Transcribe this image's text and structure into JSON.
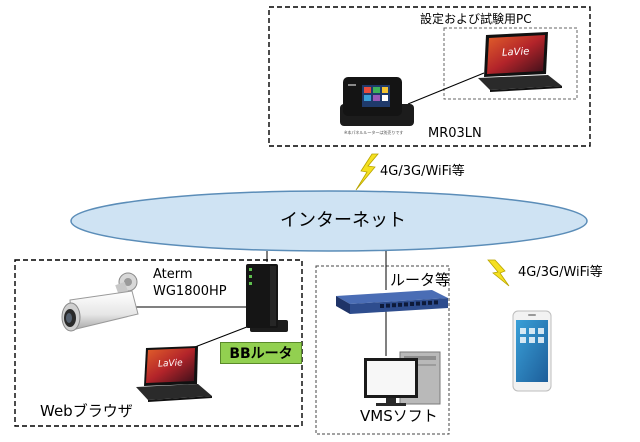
{
  "diagram": {
    "pc_group_label": "設定および試験用PC",
    "mobile_router_label": "MR03LN",
    "mobile_router_caption": "※本パネルルーターは別売りです",
    "wireless_upper": "4G/3G/WiFi等",
    "wireless_right": "4G/3G/WiFi等",
    "internet_label": "インターネット",
    "aterm_label_line1": "Aterm",
    "aterm_label_line2": "WG1800HP",
    "bb_router_label": "BBルータ",
    "web_browser_label": "Webブラウザ",
    "router_etc_label": "ルータ等",
    "vms_label": "VMSソフト",
    "laptop_brand": "LaVie"
  },
  "colors": {
    "cloud_fill": "#cfe3f3",
    "cloud_stroke": "#5b8db8",
    "bb_router_badge": "#92d050",
    "lightning": "#f5e020",
    "switch_blue": "#2e4d8e"
  }
}
